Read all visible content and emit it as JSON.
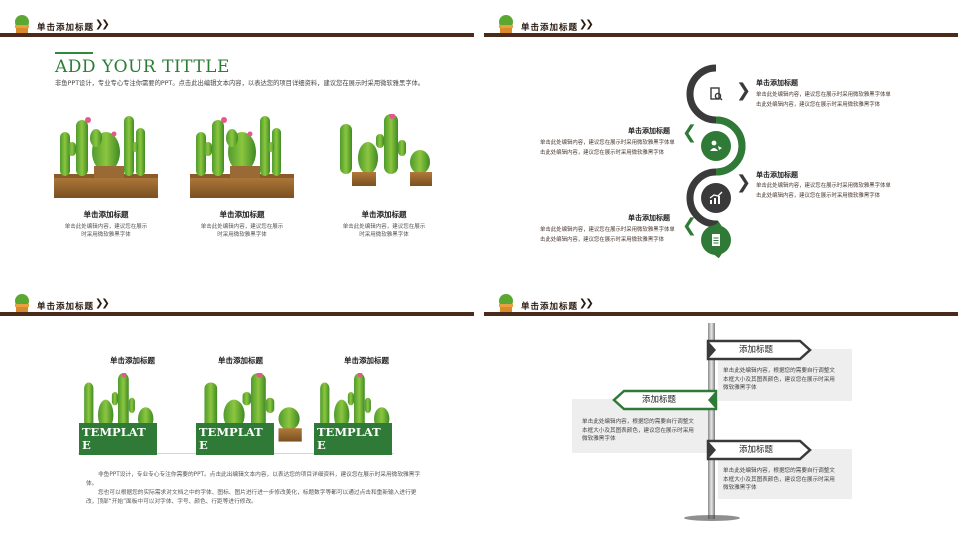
{
  "header": {
    "title": "单击添加标题",
    "arrows": "❯❯"
  },
  "slide1": {
    "heading": "ADD YOUR TITTLE",
    "intro": "非鱼PPT设计，专业专心专注你需要的PPT。点击此出编辑文本内容，以表达您的项目详细资料，建议您在展示时采用微软雅黑字体。",
    "items": [
      {
        "title": "单击添加标题",
        "body_l1": "单击此处编辑内容，建议您在展示",
        "body_l2": "时采用微软雅黑字体"
      },
      {
        "title": "单击添加标题",
        "body_l1": "单击此处编辑内容，建议您在展示",
        "body_l2": "时采用微软雅黑字体"
      },
      {
        "title": "单击添加标题",
        "body_l1": "单击此处编辑内容，建议您在展示",
        "body_l2": "时采用微软雅黑字体"
      }
    ]
  },
  "slide2": {
    "right": [
      {
        "head": "单击添加标题",
        "l1": "单击此处编辑内容，建议您在展示时采用微软雅黑字体单",
        "l2": "击此处编辑内容，建议您在展示时采用微软雅黑字体"
      },
      {
        "head": "单击添加标题",
        "l1": "单击此处编辑内容，建议您在展示时采用微软雅黑字体单",
        "l2": "击此处编辑内容，建议您在展示时采用微软雅黑字体"
      }
    ],
    "left": [
      {
        "head": "单击添加标题",
        "l1": "单击此处编辑内容，建议您在展示时采用微软雅黑字体单",
        "l2": "击此处编辑内容，建议您在展示时采用微软雅黑字体"
      },
      {
        "head": "单击添加标题",
        "l1": "单击此处编辑内容，建议您在展示时采用微软雅黑字体单",
        "l2": "击此处编辑内容，建议您在展示时采用微软雅黑字体"
      }
    ],
    "chevron": "❯",
    "chevron_left": "❮",
    "colors": {
      "dark": "#3a3a3a",
      "green": "#2f7a36"
    }
  },
  "slide3": {
    "items": [
      {
        "title": "单击添加标题",
        "tpl_l1": "TEMPLAT",
        "tpl_l2": "E"
      },
      {
        "title": "单击添加标题",
        "tpl_l1": "TEMPLAT",
        "tpl_l2": "E"
      },
      {
        "title": "单击添加标题",
        "tpl_l1": "TEMPLAT",
        "tpl_l2": "E"
      }
    ],
    "para1": "非鱼PPT设计，专业专心专注你需要的PPT。点击此出编辑文本内容，以表达您的项目详细资料，建议您在展示时采用微软雅黑字体。",
    "para2": "您也可以根据您的实际需求对文档之中的字体、图标、图片进行进一步修改美化，标题数字等都可以通过点击和重新输入进行更改，顶部“开始”面板中可以对字体、字号、颜色、行距等进行修改。"
  },
  "slide4": {
    "signs": [
      {
        "label": "添加标题",
        "l1": "单击此处编辑内容，根据您的需要自行调整文",
        "l2": "本框大小及其图表颜色，建议您在展示时采用",
        "l3": "微软雅黑字体"
      },
      {
        "label": "添加标题",
        "l1": "单击此处编辑内容，根据您的需要自行调整文",
        "l2": "本框大小及其图表颜色，建议您在展示时采用",
        "l3": "微软雅黑字体"
      },
      {
        "label": "添加标题",
        "l1": "单击此处编辑内容，根据您的需要自行调整文",
        "l2": "本框大小及其图表颜色，建议您在展示时采用",
        "l3": "微软雅黑字体"
      }
    ]
  }
}
